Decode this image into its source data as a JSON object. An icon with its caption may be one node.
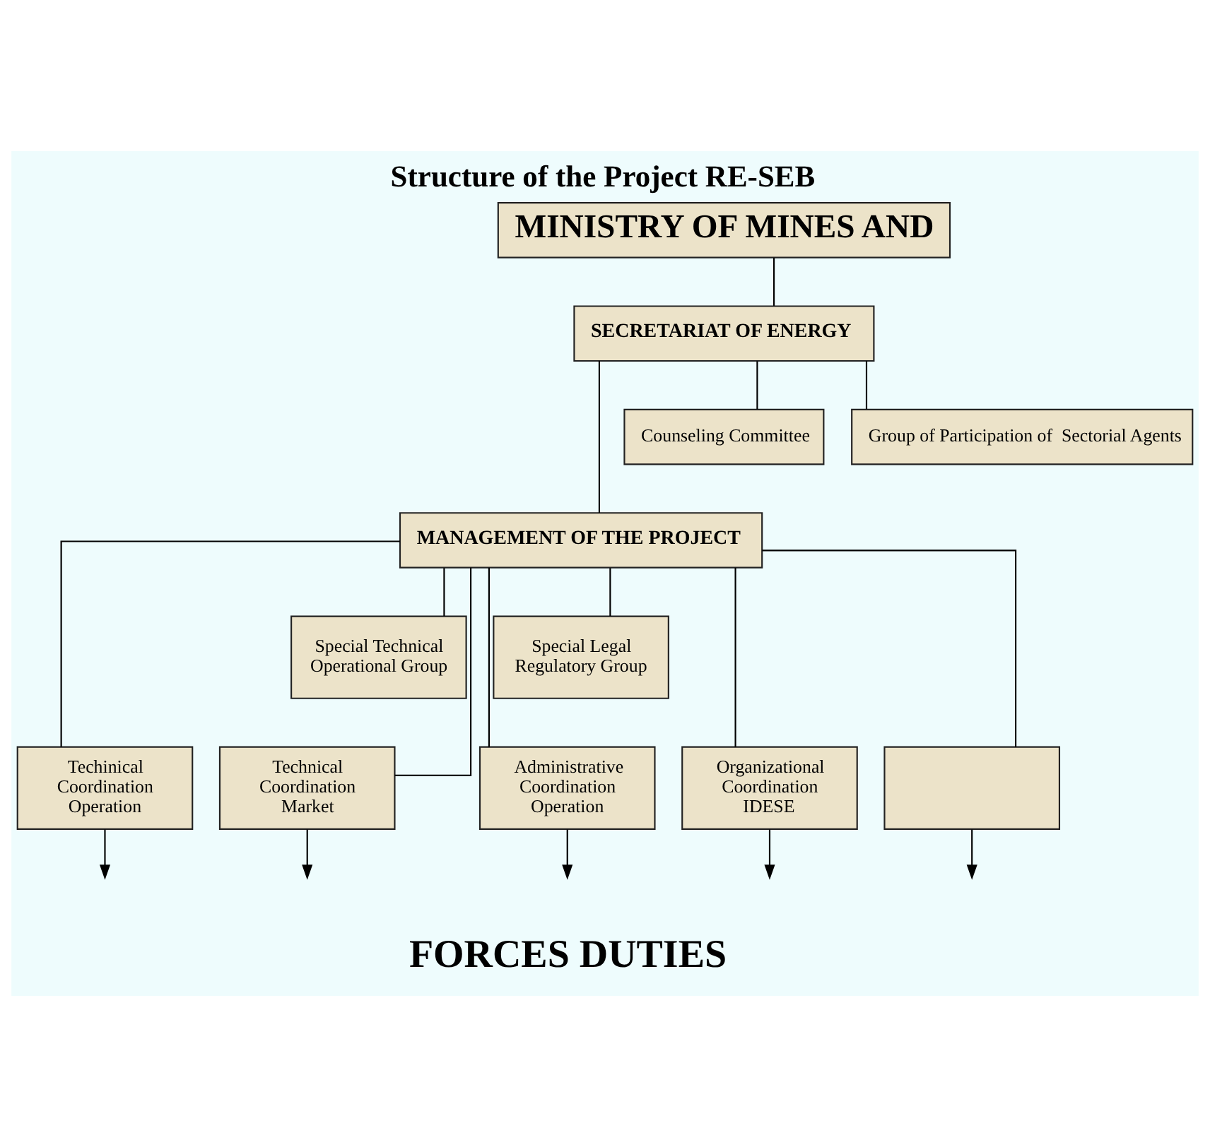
{
  "diagram": {
    "title": "Structure of the Project RE-SEB",
    "nodes": [
      {
        "text": [
          "MINISTRY OF MINES AND"
        ]
      },
      {
        "text": [
          "SECRETARIAT OF ENERGY"
        ]
      },
      {
        "text": [
          "Counseling Committee"
        ]
      },
      {
        "text": [
          "Group of Participation of  Sectorial Agents"
        ]
      },
      {
        "text": [
          "MANAGEMENT OF THE PROJECT"
        ]
      },
      {
        "text": [
          "Special Technical Operational Group"
        ]
      },
      {
        "text": [
          "Special Legal Regulatory Group"
        ]
      },
      {
        "text": [
          "Technical Coordination Market"
        ]
      },
      {
        "text": [
          "Techinical Coordination Operation"
        ]
      },
      {
        "text": [
          "Administrative Coordination Operation"
        ]
      },
      {
        "text": [
          "Organizational Coordination IDESE"
        ]
      },
      {
        "text": [],
        "shape": "box"
      }
    ],
    "edges": [
      {
        "from": 0,
        "to": 1,
        "arrow": "none"
      },
      {
        "from": 1,
        "to": 2,
        "arrow": "none"
      },
      {
        "from": 1,
        "to": 3,
        "arrow": "none"
      },
      {
        "from": 1,
        "to": 4,
        "arrow": "none"
      },
      {
        "from": 4,
        "to": 5,
        "arrow": "none"
      },
      {
        "from": 4,
        "to": 6,
        "arrow": "none"
      },
      {
        "from": 4,
        "to": 7,
        "arrow": "none"
      },
      {
        "from": 4,
        "to": 8,
        "arrow": "none"
      },
      {
        "from": 4,
        "to": 9,
        "arrow": "none"
      },
      {
        "from": 4,
        "to": 10,
        "arrow": "none"
      },
      {
        "from": 4,
        "to": 11,
        "arrow": "none"
      },
      {
        "from": 7,
        "to": null,
        "arrow": "to"
      },
      {
        "from": 8,
        "to": null,
        "arrow": "to"
      },
      {
        "from": 9,
        "to": null,
        "arrow": "to"
      },
      {
        "from": 10,
        "to": null,
        "arrow": "to"
      },
      {
        "from": 11,
        "to": null,
        "arrow": "to"
      }
    ],
    "labels": [
      "FORCES DUTIES"
    ]
  }
}
